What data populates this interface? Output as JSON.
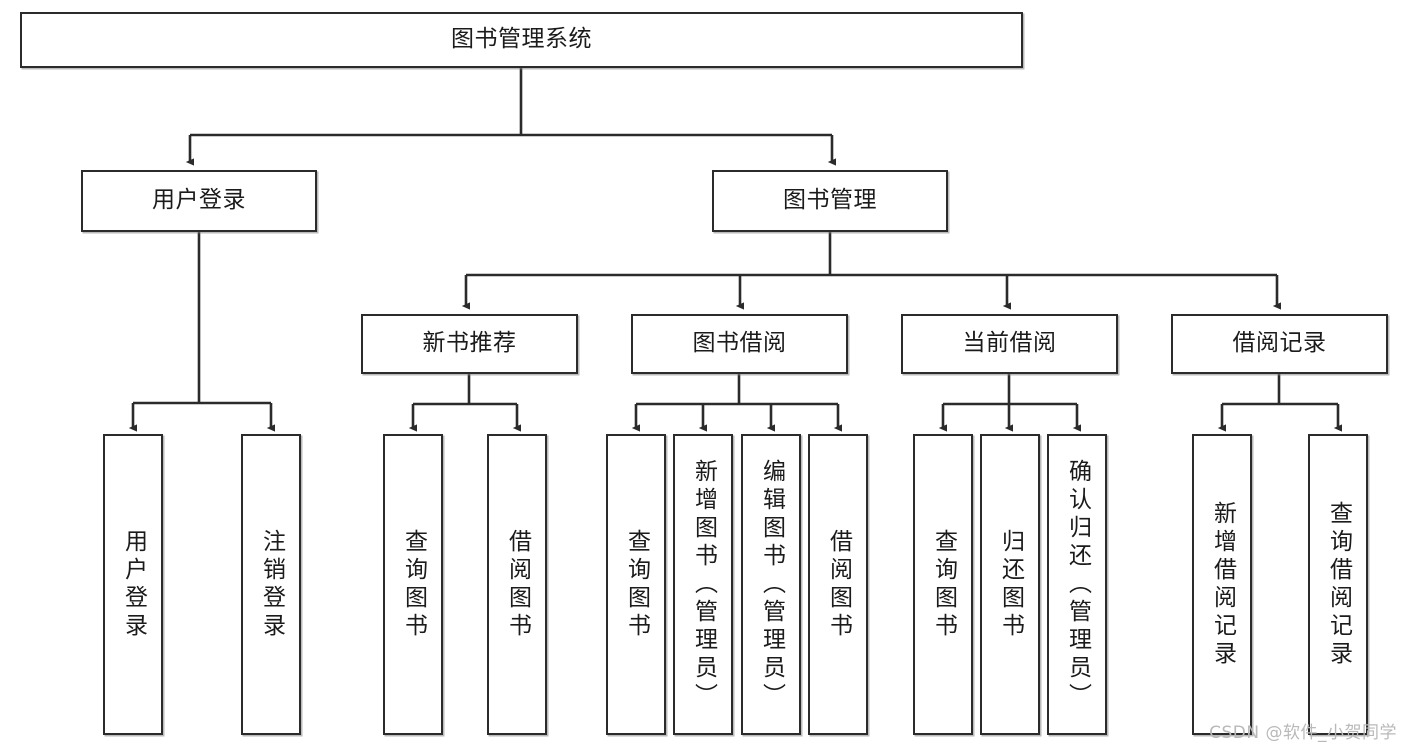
{
  "diagram": {
    "title": "图书管理系统",
    "type": "hierarchy-tree",
    "watermark": "CSDN @软件_小贺同学",
    "colors": {
      "box_border": "#2b2b2b",
      "box_fill": "#ffffff",
      "edge": "#2b2b2b",
      "text": "#1b1b1b",
      "watermark": "#b9b9b9"
    },
    "nodes": {
      "root": {
        "label": "图书管理系统"
      },
      "level2": [
        {
          "id": "user-login",
          "label": "用户登录"
        },
        {
          "id": "book-manage",
          "label": "图书管理"
        }
      ],
      "level3": [
        {
          "id": "new-book-recommend",
          "label": "新书推荐"
        },
        {
          "id": "book-borrow",
          "label": "图书借阅"
        },
        {
          "id": "current-borrow",
          "label": "当前借阅"
        },
        {
          "id": "borrow-record",
          "label": "借阅记录"
        }
      ],
      "leaves": {
        "user-login": [
          {
            "id": "leaf-user-login",
            "label": "用户登录"
          },
          {
            "id": "leaf-logout",
            "label": "注销登录"
          }
        ],
        "new-book-recommend": [
          {
            "id": "leaf-query-book-1",
            "label": "查询图书"
          },
          {
            "id": "leaf-borrow-book-1",
            "label": "借阅图书"
          }
        ],
        "book-borrow": [
          {
            "id": "leaf-query-book-2",
            "label": "查询图书"
          },
          {
            "id": "leaf-add-book",
            "label": "新增图书（管理员）"
          },
          {
            "id": "leaf-edit-book",
            "label": "编辑图书（管理员）"
          },
          {
            "id": "leaf-borrow-book-2",
            "label": "借阅图书"
          }
        ],
        "current-borrow": [
          {
            "id": "leaf-query-book-3",
            "label": "查询图书"
          },
          {
            "id": "leaf-return-book",
            "label": "归还图书"
          },
          {
            "id": "leaf-confirm-return",
            "label": "确认归还（管理员）"
          }
        ],
        "borrow-record": [
          {
            "id": "leaf-add-record",
            "label": "新增借阅记录"
          },
          {
            "id": "leaf-query-record",
            "label": "查询借阅记录"
          }
        ]
      }
    }
  }
}
